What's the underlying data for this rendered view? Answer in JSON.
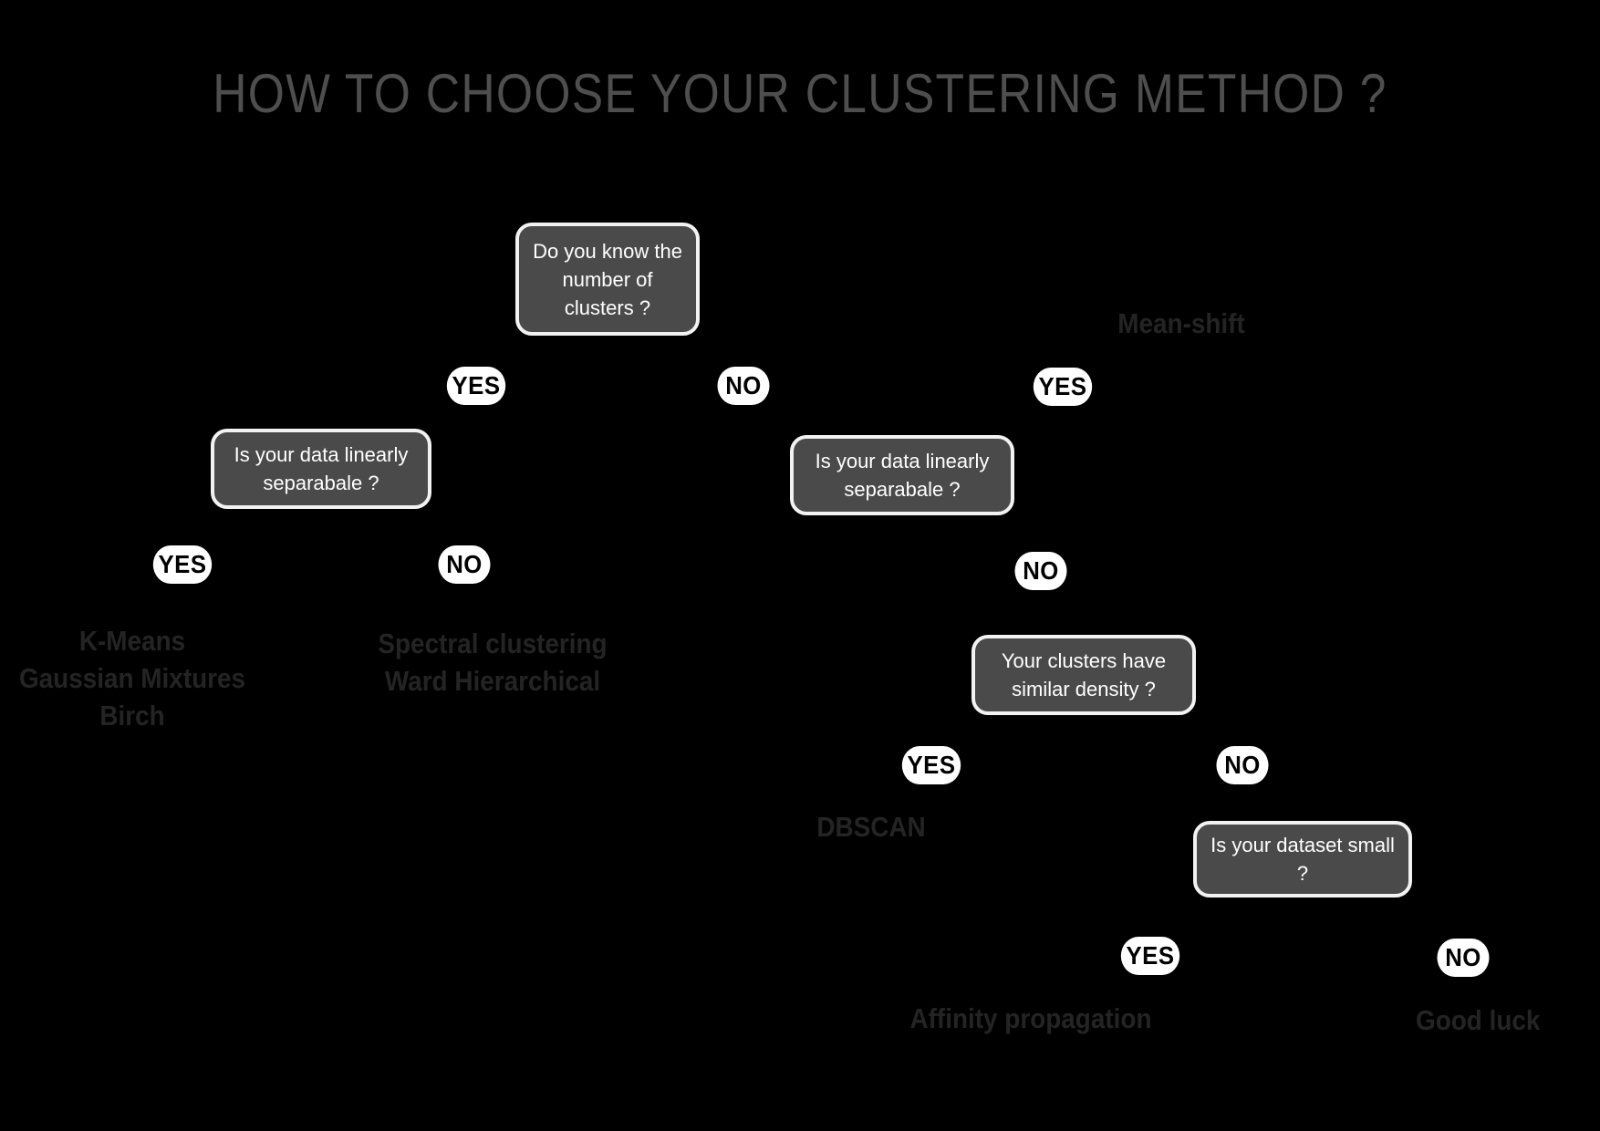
{
  "page": {
    "title": "HOW TO CHOOSE YOUR CLUSTERING METHOD ?",
    "background_color": "#000000",
    "title_color": "#4e4e4e",
    "box_fill_color": "#4a4a4a",
    "box_border_color": "#f2f2f2",
    "box_text_color": "#ffffff",
    "pill_fill_color": "#ffffff",
    "pill_text_color": "#000000",
    "leaf_text_color": "#242424"
  },
  "nodes": {
    "q_number_of_clusters": "Do you know the\nnumber of\nclusters ?",
    "q_linearly_separable_left": "Is your data linearly\nseparabale ?",
    "q_linearly_separable_right": "Is your data linearly\nseparabale ?",
    "q_similar_density": "Your clusters have\nsimilar density ?",
    "q_dataset_small": "Is your dataset\nsmall ?"
  },
  "edges": {
    "root_yes": "YES",
    "root_no": "NO",
    "left_yes": "YES",
    "left_no": "NO",
    "right_yes": "YES",
    "right_no": "NO",
    "density_yes": "YES",
    "density_no": "NO",
    "small_yes": "YES",
    "small_no": "NO"
  },
  "leaves": {
    "kmeans_group": "K-Means\nGaussian Mixtures\nBirch",
    "spectral_group": "Spectral clustering\nWard Hierarchical",
    "mean_shift": "Mean-shift",
    "dbscan": "DBSCAN",
    "affinity_propagation": "Affinity propagation",
    "good_luck": "Good luck"
  },
  "chart_data": {
    "type": "table",
    "title": "HOW TO CHOOSE YOUR CLUSTERING METHOD ?",
    "decision_tree": [
      {
        "question": "Do you know the number of clusters ?",
        "yes": "Is your data linearly separabale ?",
        "no": "Is your data linearly separabale ?"
      },
      {
        "question": "Is your data linearly separabale ? (left branch)",
        "yes": "K-Means / Gaussian Mixtures / Birch",
        "no": "Spectral clustering / Ward Hierarchical"
      },
      {
        "question": "Is your data linearly separabale ? (right branch)",
        "yes": "Mean-shift",
        "no": "Your clusters have similar density ?"
      },
      {
        "question": "Your clusters have similar density ?",
        "yes": "DBSCAN",
        "no": "Is your dataset small ?"
      },
      {
        "question": "Is your dataset small ?",
        "yes": "Affinity propagation",
        "no": "Good luck"
      }
    ]
  }
}
